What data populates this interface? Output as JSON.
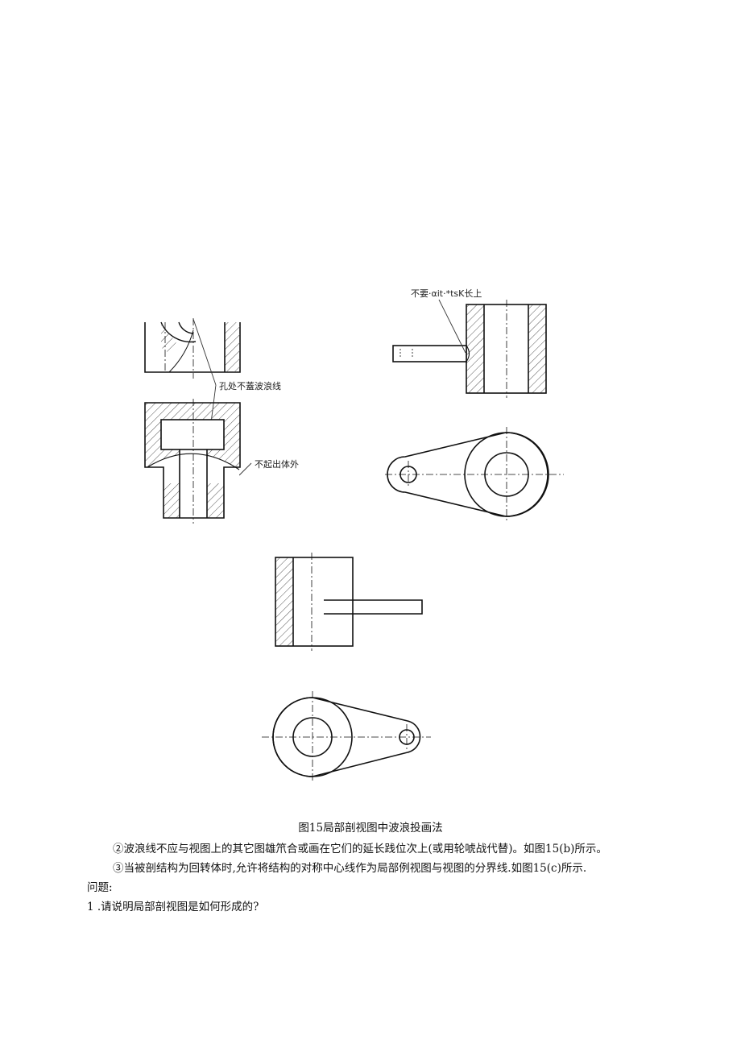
{
  "figure": {
    "callouts": {
      "hole_note": "孔处不蓋波浪线",
      "outside_note": "不起出体外",
      "extension_note": "不要·αit·*tsK长上"
    },
    "caption": "图15局部剖视图中波浪投画法"
  },
  "body": {
    "para_2": "②波浪线不应与视图上的其它图雄笊合或画在它们的延长践位次上(或用轮唬战代替)。如图15(b)所示。",
    "para_3": "③当被剖结构为回转体时,允许将结构的对称中心线作为局部例视图与视图的分界线.如图15(c)所示.",
    "question_label": "问题:",
    "question_1": "1 .请说明局部剖视图是如何形成的?"
  }
}
